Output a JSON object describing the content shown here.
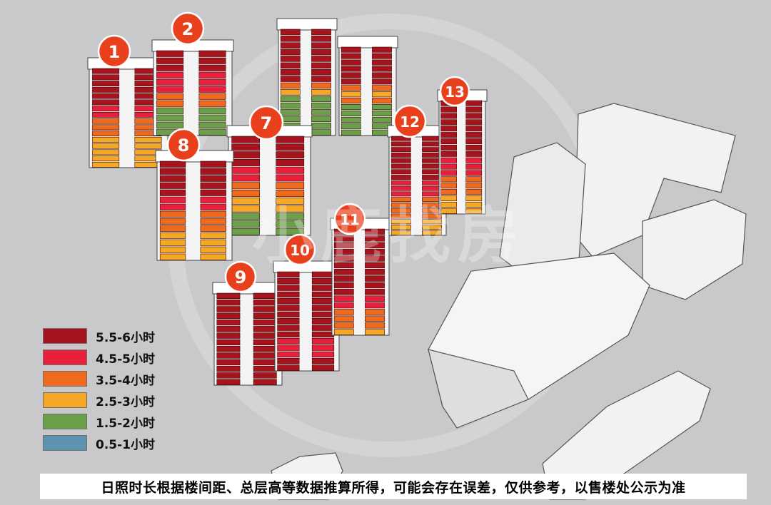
{
  "legend": [
    {
      "label": "5.5-6小时",
      "color": "#a8141e"
    },
    {
      "label": "4.5-5小时",
      "color": "#e8203c"
    },
    {
      "label": "3.5-4小时",
      "color": "#f06a1e"
    },
    {
      "label": "2.5-3小时",
      "color": "#f4a825"
    },
    {
      "label": "1.5-2小时",
      "color": "#6aa04a"
    },
    {
      "label": "0.5-1小时",
      "color": "#5b93b0"
    }
  ],
  "buildings": [
    {
      "id": "1",
      "label": "1"
    },
    {
      "id": "2",
      "label": "2"
    },
    {
      "id": "7",
      "label": "7"
    },
    {
      "id": "8",
      "label": "8"
    },
    {
      "id": "9",
      "label": "9"
    },
    {
      "id": "10",
      "label": "10"
    },
    {
      "id": "11",
      "label": "11"
    },
    {
      "id": "12",
      "label": "12"
    },
    {
      "id": "13",
      "label": "13"
    }
  ],
  "watermark": "小鹿找房",
  "footer": "日照时长根据楼间距、总层高等数据推算所得，可能会存在误差，仅供参考，以售楼处公示为准",
  "colors": {
    "badge": "#e8401c",
    "background": "#c9c9cb",
    "massing": "#f4f4f4"
  }
}
